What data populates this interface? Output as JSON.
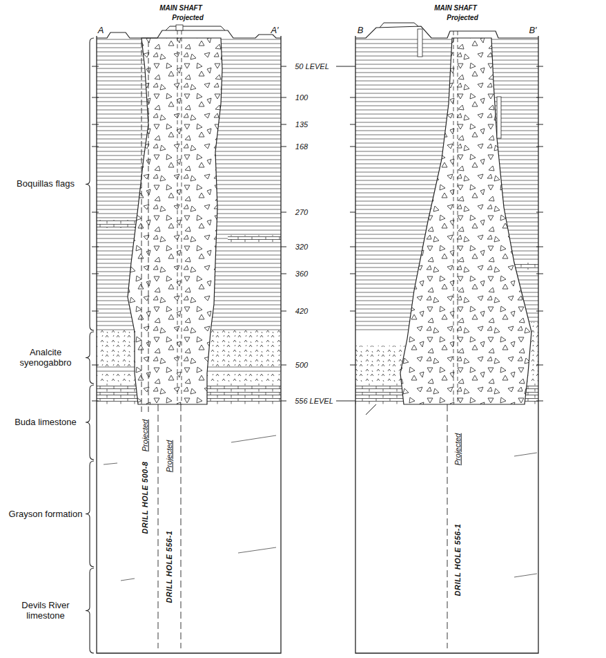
{
  "diagram": {
    "labels": [
      "MAIN SHAFT",
      "Projected",
      "A",
      "A′",
      "MAIN SHAFT",
      "Projected",
      "B",
      "B′",
      "50 LEVEL",
      "100",
      "135",
      "168",
      "270",
      "320",
      "360",
      "420",
      "500",
      "556 LEVEL",
      "Boquillas flags",
      "Analcite syenogabbro",
      "Buda limestone",
      "Grayson formation",
      "Devils River limestone",
      "DRILL HOLE 500-8",
      "Projected",
      "DRILL HOLE 556-1",
      "Projected",
      "DRILL HOLE 556-1",
      "Projected"
    ]
  }
}
